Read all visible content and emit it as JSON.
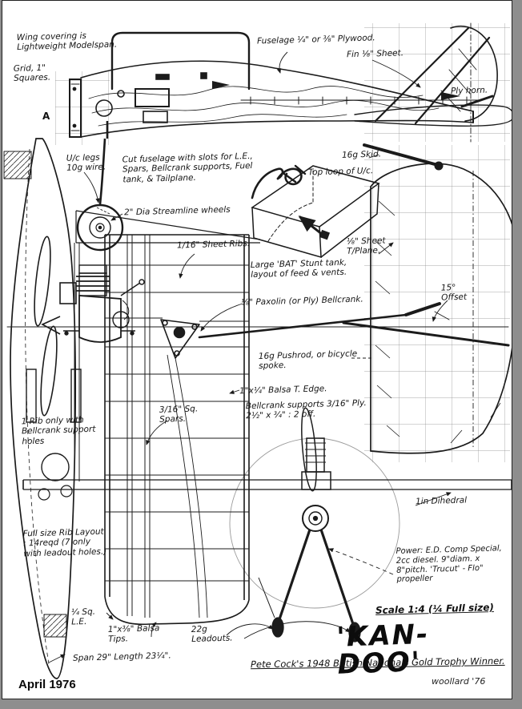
{
  "document": {
    "type": "control-line model aircraft plan (scanned)",
    "ink_color": "#1b1b1b",
    "paper_color": "#ffffff",
    "grid_color": "#8a8a8a"
  },
  "title_block": {
    "scale": "Scale 1:4 (¼ Full size)",
    "title": "'KAN-DOO'",
    "subtitle": "Pete Cock's 1948 British Nationals Gold Trophy Winner."
  },
  "footer": {
    "date": "April 1976",
    "signature": "woollard '76"
  },
  "annotations": {
    "wing_covering": "Wing covering is Lightweight Modelspan.",
    "grid": "Grid, 1\" Squares.",
    "section_a": "A",
    "fuselage": "Fuselage ¼\" or ⅜\" Plywood.",
    "fin": "Fin ⅛\" Sheet.",
    "ply_horn": "Ply horn.",
    "uc_legs": "U/c legs 10g wire.",
    "cut_fuselage": "Cut fuselage with slots for L.E., Spars, Bellcrank supports, Fuel tank, & Tailplane.",
    "skid": "16g Skid.",
    "top_loop": "Top loop of U/c.",
    "wheels": "2\" Dia Streamline wheels",
    "sheet_ribs": "1/16\" Sheet Ribs.",
    "tailplane": "⅛\" Sheet T/Plane.",
    "tank": "Large 'BAT' Stunt tank, layout of feed & vents.",
    "bellcrank": "⅛\" Paxolin (or Ply) Bellcrank.",
    "offset": "15° Offset",
    "pushrod": "16g Pushrod, or bicycle spoke.",
    "trailing_edge": "1\"x¼\" Balsa T. Edge.",
    "bellcrank_supports": "Bellcrank supports 3/16\" Ply. 2½\" x ¾\" : 2 off.",
    "spars": "3/16\" Sq. Spars.",
    "one_rib": "1 Rib only with Bellcrank support holes",
    "dihedral": "1in Dihedral",
    "rib_layout": "Full size Rib Layout : 14reqd (7 only with leadout holes.)",
    "power": "Power: E.D. Comp Special, 2cc diesel. 9\"diam. x 8\"pitch. 'Trucut' - Flo\" propeller",
    "leading_edge": "¼ Sq. L.E.",
    "tips": "1\"x⅜\" Balsa Tips.",
    "leadouts": "22g Leadouts.",
    "span": "Span 29\"  Length 23¼\"."
  }
}
